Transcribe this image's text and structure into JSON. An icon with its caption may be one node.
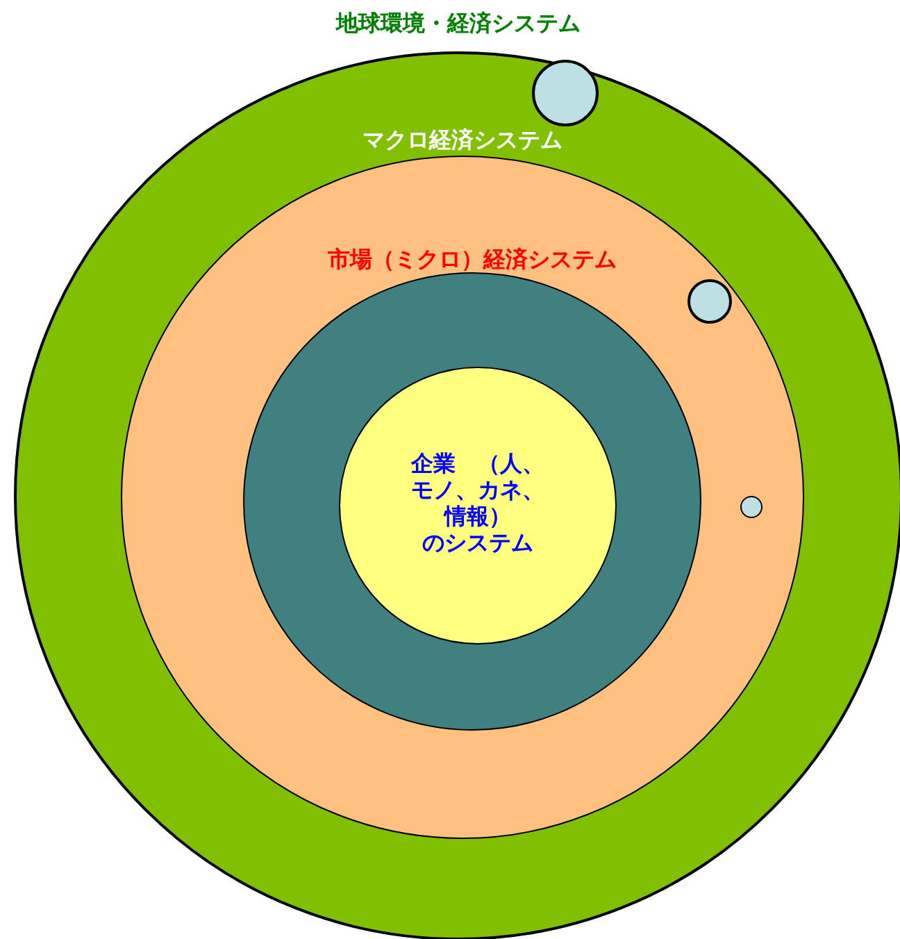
{
  "diagram": {
    "nodes": [
      {
        "text": [
          "地球環境・経済システム"
        ]
      },
      {
        "text": [
          "マクロ経済システム"
        ],
        "in": 0
      },
      {
        "text": [
          "市場（ミクロ）経済システム"
        ],
        "in": 1
      },
      {
        "text": [
          "企業　（人、モノ、カネ、情報）のシステム"
        ],
        "in": 2
      },
      {
        "text": [],
        "shape": "circle",
        "in": 0
      },
      {
        "text": [],
        "shape": "circle",
        "in": 1
      },
      {
        "text": [],
        "shape": "circle",
        "in": 1
      }
    ]
  }
}
